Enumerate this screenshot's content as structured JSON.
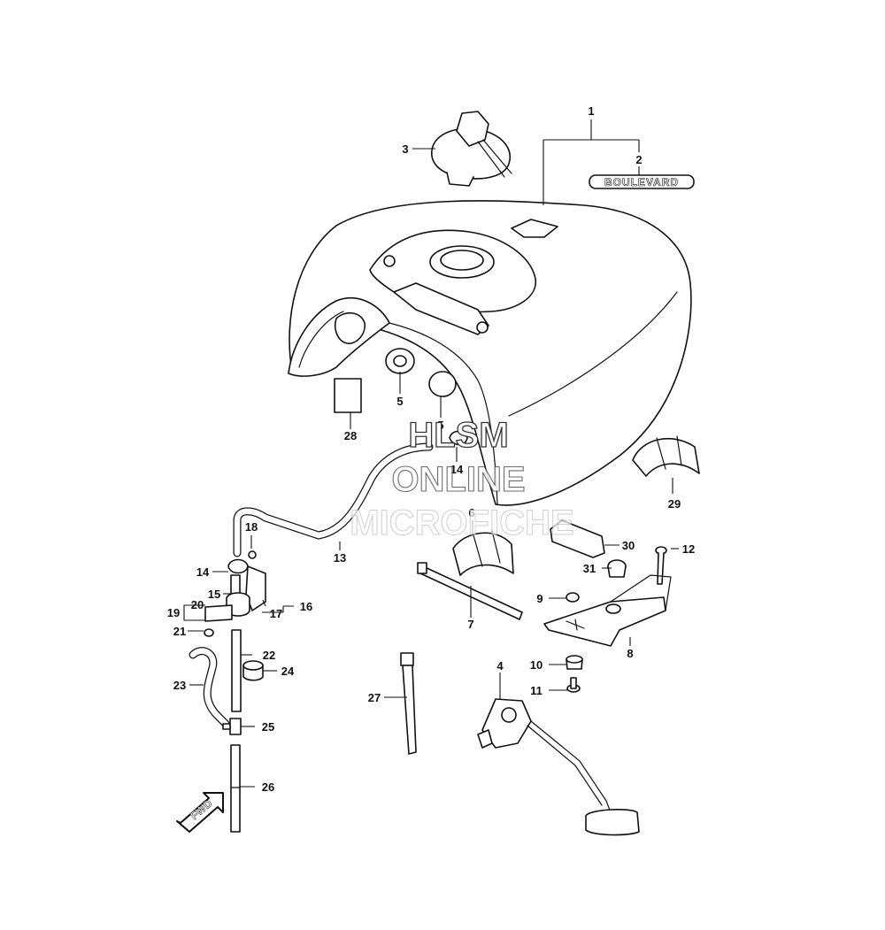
{
  "watermark": {
    "line1": "HLSM",
    "line2": "ONLINE",
    "line3": "MICROFICHE"
  },
  "emblem_text": "BOULEVARD",
  "fwd_label": "FWD",
  "callouts": [
    {
      "id": "c1",
      "label": "1"
    },
    {
      "id": "c2",
      "label": "2"
    },
    {
      "id": "c3",
      "label": "3"
    },
    {
      "id": "c4",
      "label": "4"
    },
    {
      "id": "c5a",
      "label": "5"
    },
    {
      "id": "c5b",
      "label": "5"
    },
    {
      "id": "c6",
      "label": "6"
    },
    {
      "id": "c7",
      "label": "7"
    },
    {
      "id": "c8",
      "label": "8"
    },
    {
      "id": "c9",
      "label": "9"
    },
    {
      "id": "c10",
      "label": "10"
    },
    {
      "id": "c11",
      "label": "11"
    },
    {
      "id": "c12",
      "label": "12"
    },
    {
      "id": "c13",
      "label": "13"
    },
    {
      "id": "c14a",
      "label": "14"
    },
    {
      "id": "c14b",
      "label": "14"
    },
    {
      "id": "c15",
      "label": "15"
    },
    {
      "id": "c16",
      "label": "16"
    },
    {
      "id": "c17",
      "label": "17"
    },
    {
      "id": "c18",
      "label": "18"
    },
    {
      "id": "c19",
      "label": "19"
    },
    {
      "id": "c20",
      "label": "20"
    },
    {
      "id": "c21",
      "label": "21"
    },
    {
      "id": "c22",
      "label": "22"
    },
    {
      "id": "c23",
      "label": "23"
    },
    {
      "id": "c24",
      "label": "24"
    },
    {
      "id": "c25",
      "label": "25"
    },
    {
      "id": "c26",
      "label": "26"
    },
    {
      "id": "c27",
      "label": "27"
    },
    {
      "id": "c28",
      "label": "28"
    },
    {
      "id": "c29",
      "label": "29"
    },
    {
      "id": "c30",
      "label": "30"
    },
    {
      "id": "c31",
      "label": "31"
    }
  ]
}
